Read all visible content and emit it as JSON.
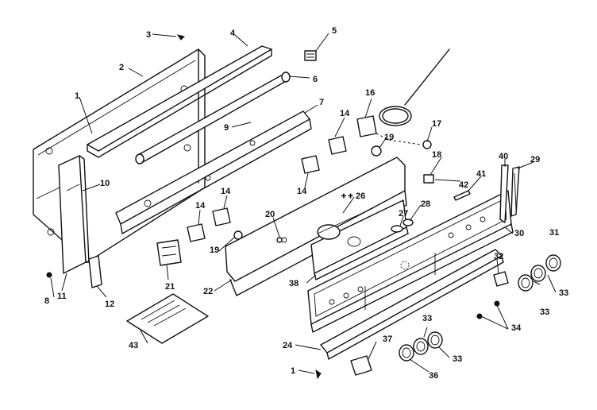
{
  "labels": [
    "1",
    "2",
    "3",
    "4",
    "5",
    "6",
    "7",
    "8",
    "9",
    "10",
    "11",
    "12",
    "14",
    "16",
    "17",
    "18",
    "19",
    "20",
    "21",
    "22",
    "24",
    "26",
    "27",
    "28",
    "29",
    "30",
    "31",
    "32",
    "33",
    "34",
    "36",
    "37",
    "38",
    "40",
    "41",
    "42",
    "43"
  ]
}
